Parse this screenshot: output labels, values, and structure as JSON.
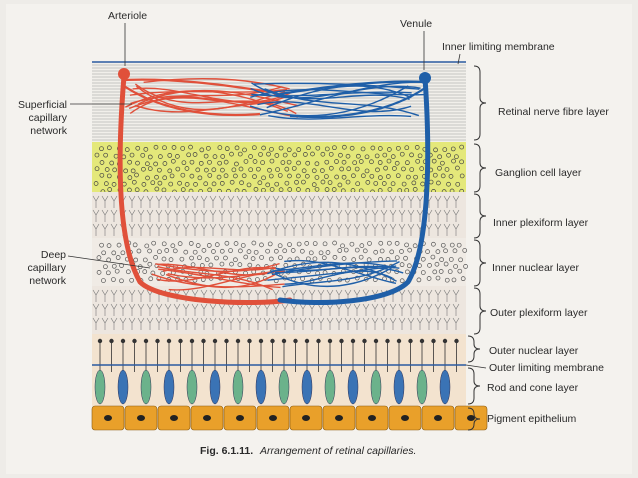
{
  "figure": {
    "caption_number": "Fig. 6.1.11.",
    "caption_text": "Arrangement of retinal capillaries."
  },
  "vessels": {
    "arteriole": "Arteriole",
    "venule": "Venule",
    "superficial_network": [
      "Superficial",
      "capillary",
      "network"
    ],
    "deep_network": [
      "Deep",
      "capillary",
      "network"
    ]
  },
  "layers": [
    "Inner limiting membrane",
    "Retinal nerve fibre layer",
    "Ganglion cell layer",
    "Inner plexiform layer",
    "Inner nuclear layer",
    "Outer plexiform layer",
    "Outer nuclear layer",
    "Outer limiting membrane",
    "Rod and cone layer",
    "Pigment epithelium"
  ],
  "colors": {
    "arteriole": "#e0503a",
    "venule": "#1f5fa8",
    "ganglion": "#e4e87a",
    "page": "#f3f1ed",
    "cone_green": "#6bb28b",
    "rod_blue": "#3a73b5",
    "pigment": "#e9a02a"
  }
}
